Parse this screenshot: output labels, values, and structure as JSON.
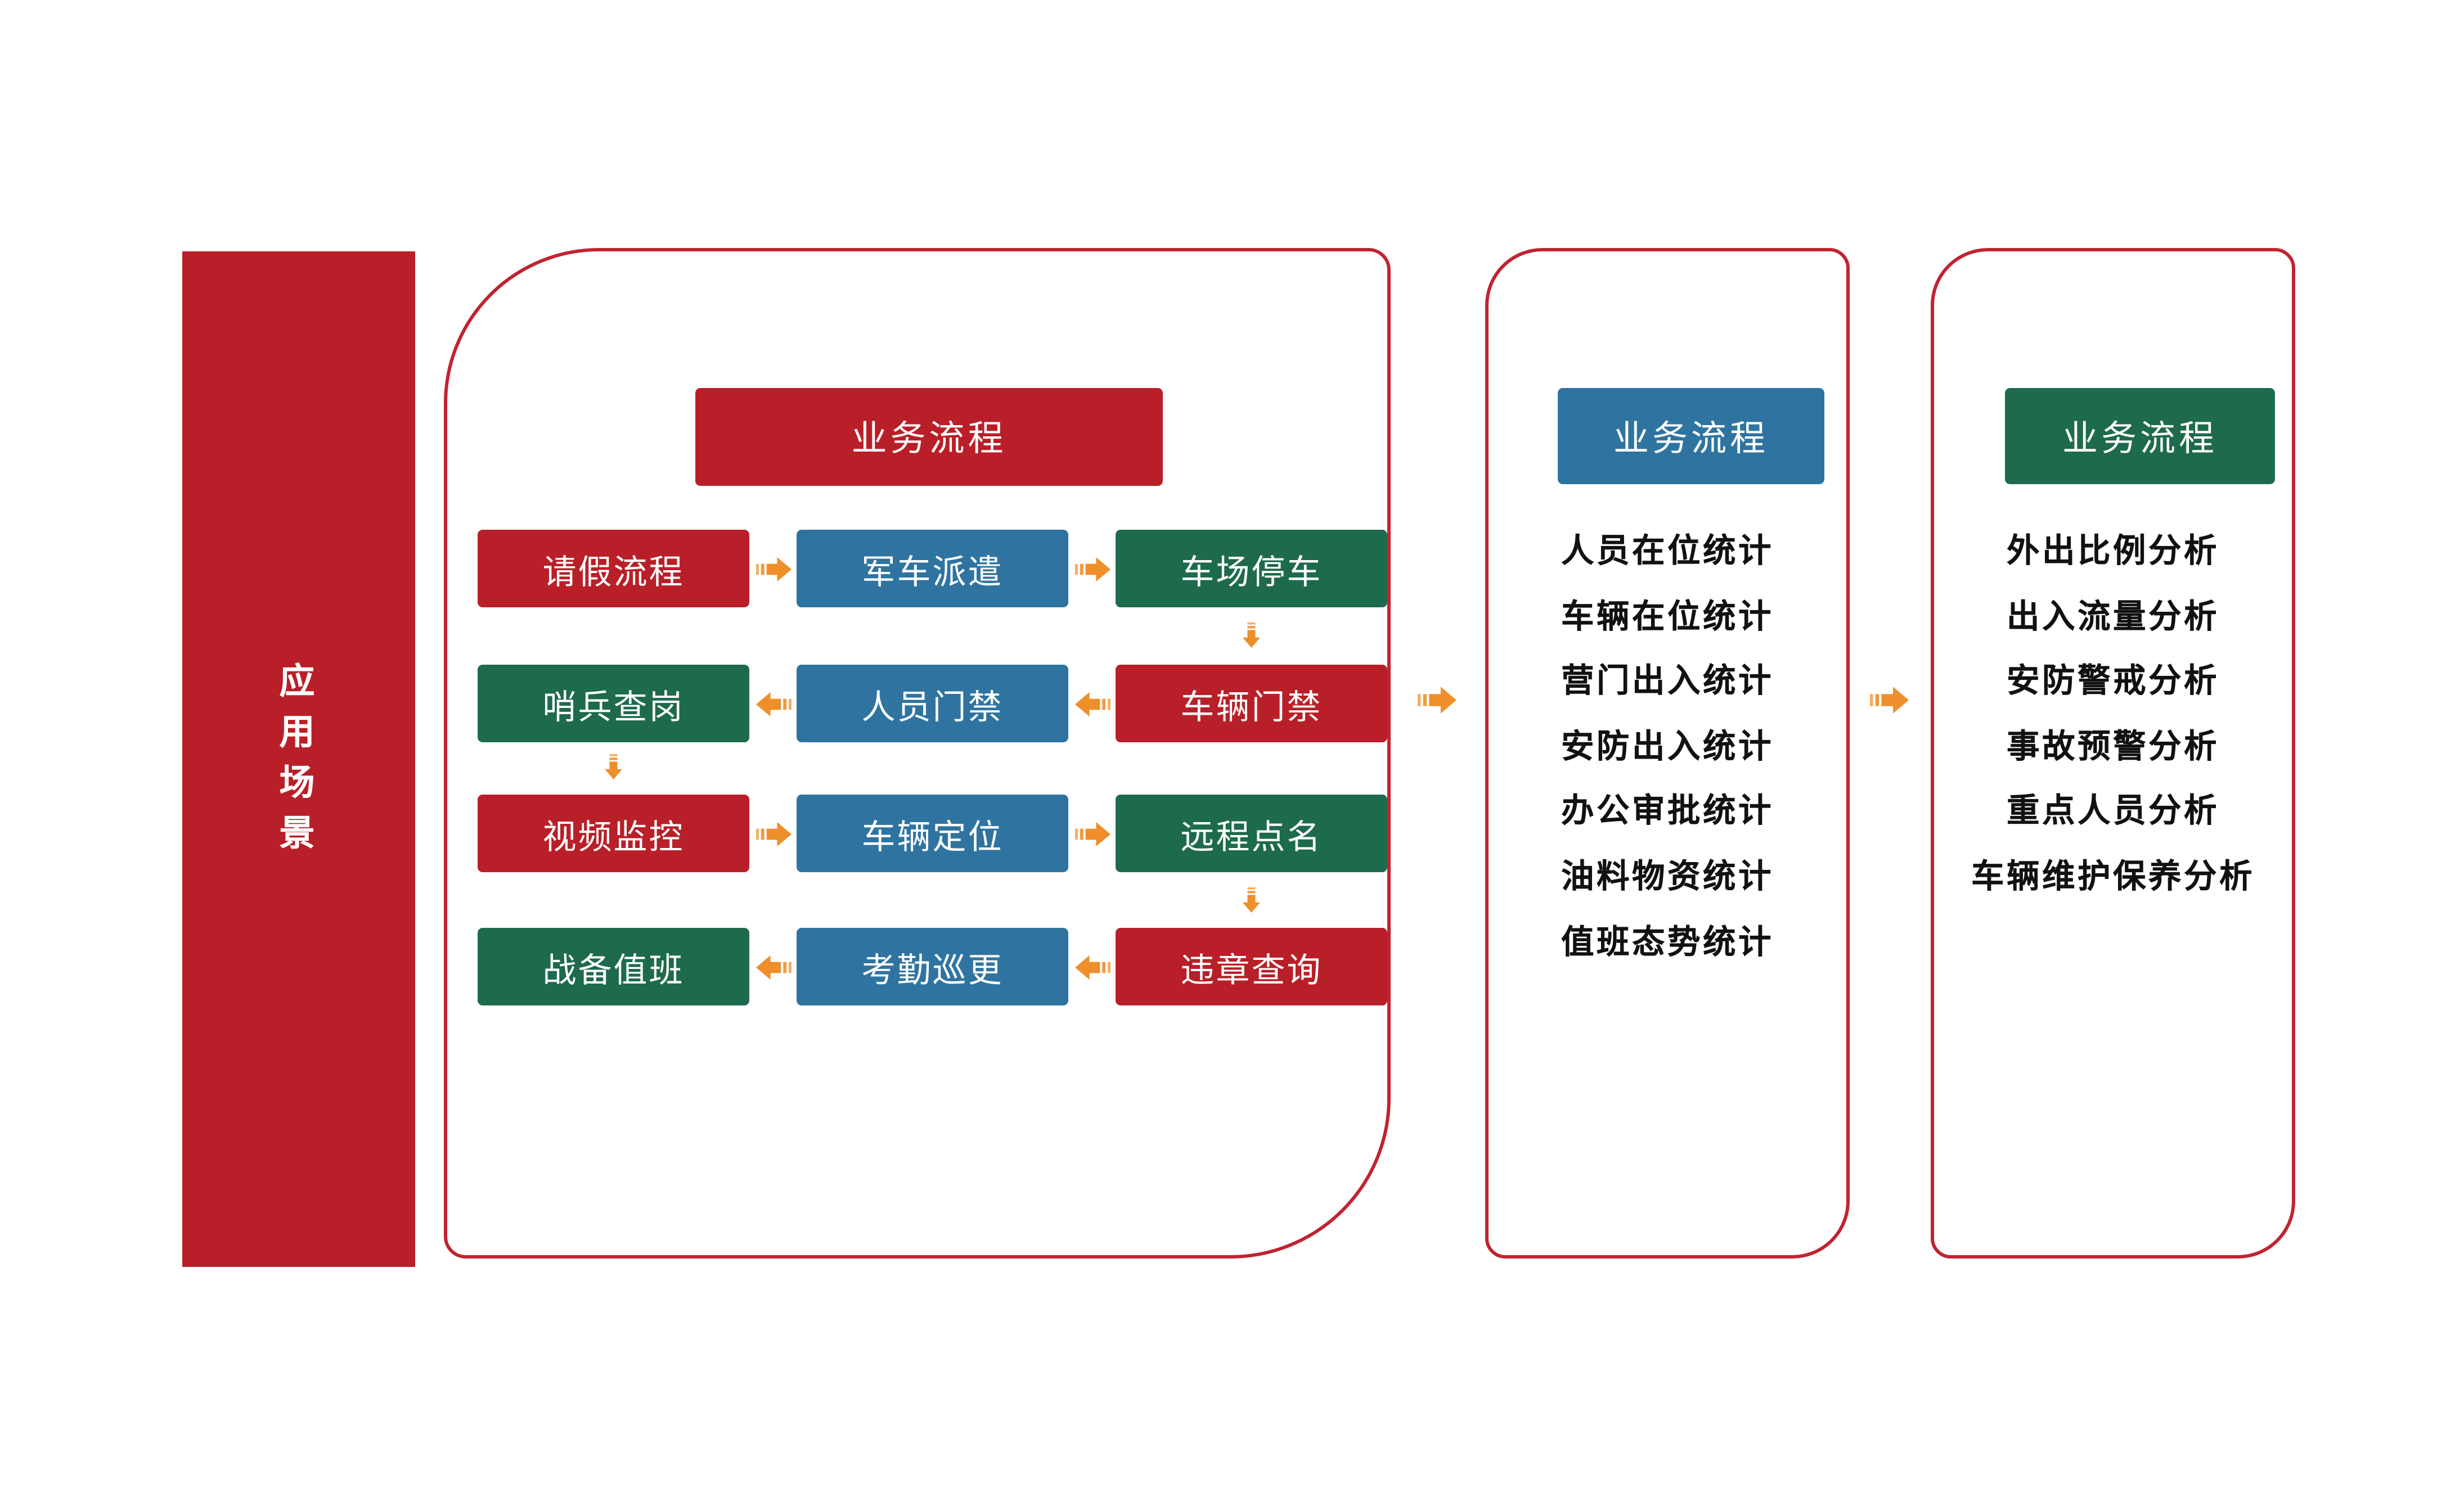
{
  "colors": {
    "red": "#b91f28",
    "blue": "#2f74a0",
    "green": "#1e6a4d",
    "border_red": "#c12331",
    "arrow_orange": "#ee8f2b",
    "text_black": "#111111"
  },
  "sidebar": {
    "label": "应\n用\n场\n景"
  },
  "panels": [
    {
      "accent": "red",
      "header": "业务流程",
      "grid": [
        [
          {
            "label": "请假流程",
            "color": "red"
          },
          {
            "label": "军车派遣",
            "color": "blue"
          },
          {
            "label": "车场停车",
            "color": "green"
          }
        ],
        [
          {
            "label": "哨兵查岗",
            "color": "green"
          },
          {
            "label": "人员门禁",
            "color": "blue"
          },
          {
            "label": "车辆门禁",
            "color": "red"
          }
        ],
        [
          {
            "label": "视频监控",
            "color": "red"
          },
          {
            "label": "车辆定位",
            "color": "blue"
          },
          {
            "label": "远程点名",
            "color": "green"
          }
        ],
        [
          {
            "label": "战备值班",
            "color": "green"
          },
          {
            "label": "考勤巡更",
            "color": "blue"
          },
          {
            "label": "违章查询",
            "color": "red"
          }
        ]
      ]
    },
    {
      "accent": "blue",
      "header": "业务流程",
      "items": [
        "人员在位统计",
        "车辆在位统计",
        "营门出入统计",
        "安防出入统计",
        "办公审批统计",
        "油料物资统计",
        "值班态势统计"
      ]
    },
    {
      "accent": "green",
      "header": "业务流程",
      "items": [
        "外出比例分析",
        "出入流量分析",
        "安防警戒分析",
        "事故预警分析",
        "重点人员分析",
        "车辆维护保养分析"
      ]
    }
  ]
}
